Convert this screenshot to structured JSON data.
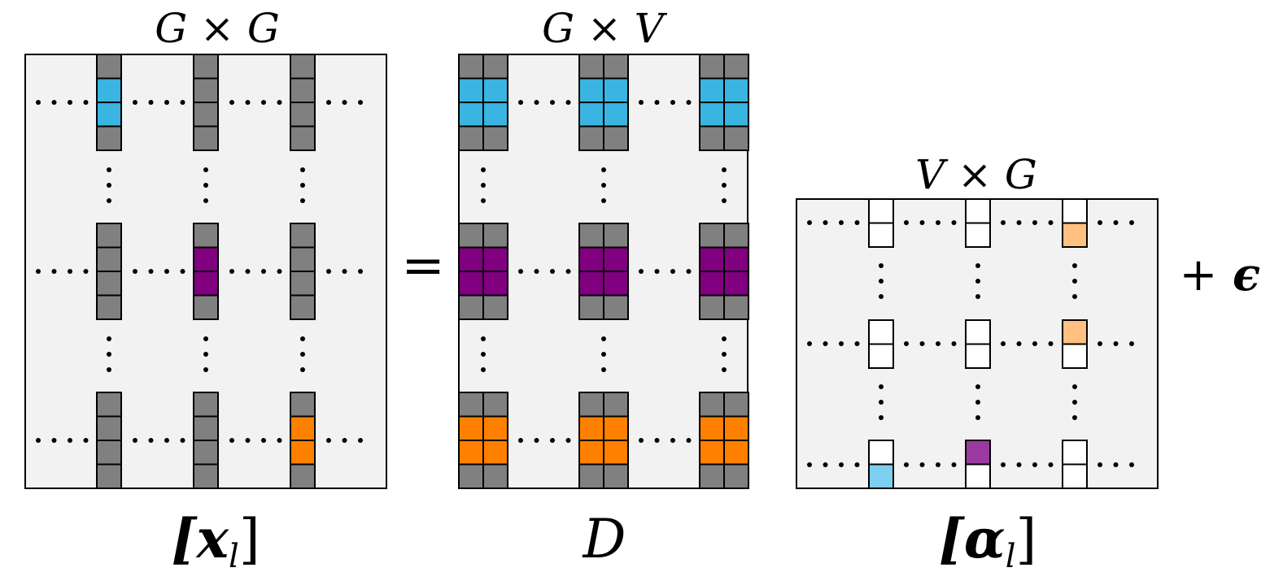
{
  "colors": {
    "panel_bg": "#f2f2f2",
    "cell_default": "#808080",
    "cell_empty": "#ffffff",
    "cyan": "#3ab4e0",
    "purple": "#800080",
    "orange": "#ff8000",
    "light_cyan": "#7ccfef",
    "light_orange": "#ffc080",
    "light_purple": "#9a3aa0",
    "border": "#000000"
  },
  "labels": {
    "x_dims": "G × G",
    "d_dims": "G × V",
    "alpha_dims": "V × G",
    "x_name": "[x",
    "x_sub": "l",
    "x_close": "]",
    "d_name": "D",
    "alpha_name": "[α",
    "alpha_sub": "l",
    "alpha_close": "]",
    "equals": "=",
    "plus": "+",
    "epsilon": "ϵ"
  },
  "matrices": {
    "x": {
      "columns": 3,
      "rows": 3,
      "cell_colors": [
        [
          [
            "cell_default",
            "cyan",
            "cyan",
            "cell_default"
          ],
          [
            "cell_default",
            "cell_default",
            "cell_default",
            "cell_default"
          ],
          [
            "cell_default",
            "cell_default",
            "cell_default",
            "cell_default"
          ]
        ],
        [
          [
            "cell_default",
            "cell_default",
            "cell_default",
            "cell_default"
          ],
          [
            "cell_default",
            "purple",
            "purple",
            "cell_default"
          ],
          [
            "cell_default",
            "cell_default",
            "cell_default",
            "cell_default"
          ]
        ],
        [
          [
            "cell_default",
            "cell_default",
            "cell_default",
            "cell_default"
          ],
          [
            "cell_default",
            "cell_default",
            "cell_default",
            "cell_default"
          ],
          [
            "cell_default",
            "orange",
            "orange",
            "cell_default"
          ]
        ]
      ]
    },
    "d": {
      "columns": 3,
      "rows": 3,
      "row_colors": [
        "cyan",
        "purple",
        "orange"
      ]
    },
    "alpha": {
      "columns": 3,
      "rows": 3,
      "cell_colors": [
        [
          [
            "cell_empty",
            "cell_empty"
          ],
          [
            "cell_empty",
            "cell_empty"
          ],
          [
            "cell_empty",
            "light_orange"
          ]
        ],
        [
          [
            "cell_empty",
            "cell_empty"
          ],
          [
            "cell_empty",
            "cell_empty"
          ],
          [
            "light_orange",
            "cell_empty"
          ]
        ],
        [
          [
            "cell_empty",
            "light_cyan"
          ],
          [
            "light_purple",
            "cell_empty"
          ],
          [
            "cell_empty",
            "cell_empty"
          ]
        ]
      ]
    }
  }
}
